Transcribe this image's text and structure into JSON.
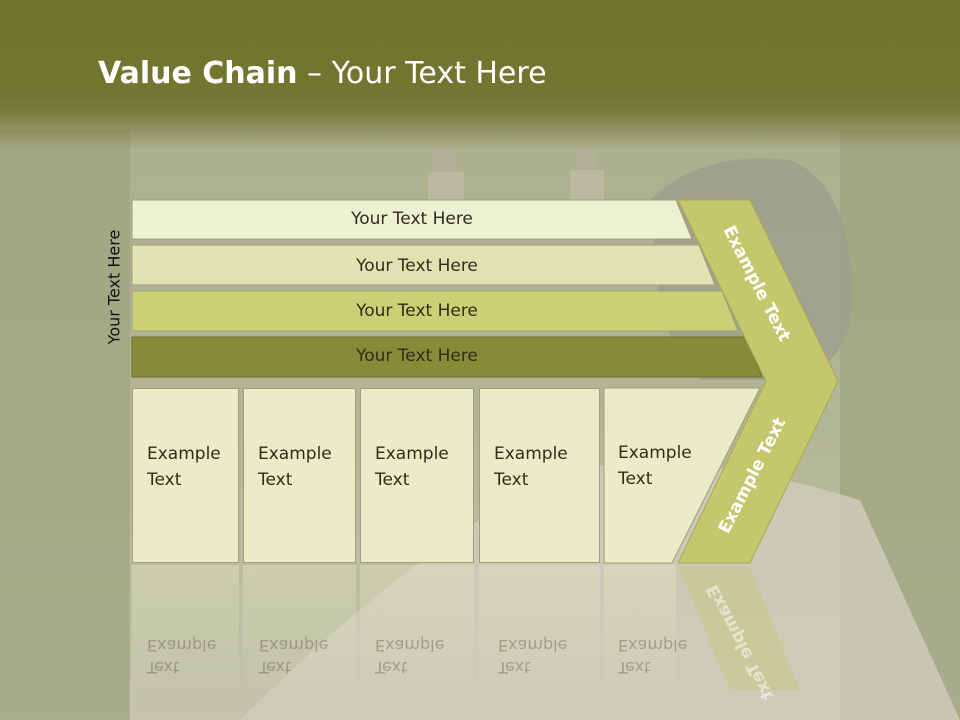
{
  "slide": {
    "title_bold": "Value Chain",
    "title_rest": " – Your Text Here",
    "vertical_label": "Your Text Here",
    "bars": [
      {
        "label": "Your Text Here"
      },
      {
        "label": "Your Text Here"
      },
      {
        "label": "Your Text Here"
      },
      {
        "label": "Your Text Here"
      }
    ],
    "boxes": [
      {
        "line1": "Example",
        "line2": "Text"
      },
      {
        "line1": "Example",
        "line2": "Text"
      },
      {
        "line1": "Example",
        "line2": "Text"
      },
      {
        "line1": "Example",
        "line2": "Text"
      },
      {
        "line1": "Example",
        "line2": "Text"
      }
    ],
    "chevron_top_label": "Example Text",
    "chevron_bottom_label": "Example Text"
  },
  "colors": {
    "header": "#717632",
    "bar1": "#eef0d4",
    "bar2": "#dfe3b4",
    "bar3": "#cbcf76",
    "bar4": "#878b37",
    "chevron": "#c4c76b",
    "box": "#e9ecc6"
  }
}
